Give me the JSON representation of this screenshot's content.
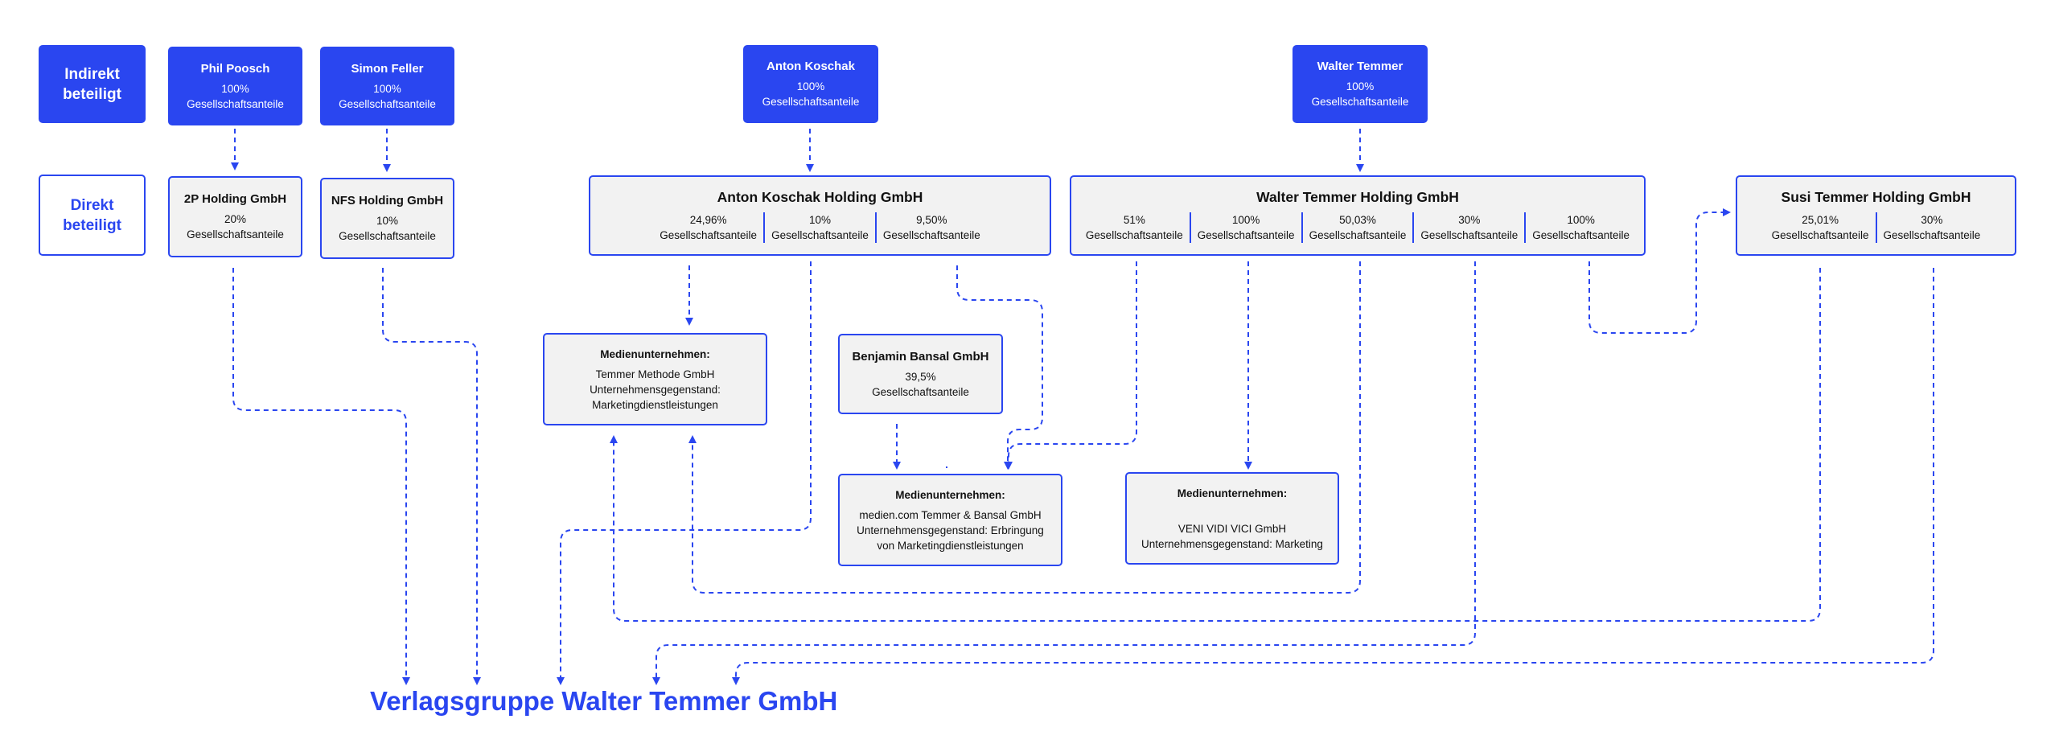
{
  "labels": {
    "indirect": [
      "Indirekt",
      "beteiligt"
    ],
    "direct": [
      "Direkt",
      "beteiligt"
    ]
  },
  "indirect_owners": [
    {
      "name": "Phil Poosch",
      "percent": "100%",
      "unit": "Gesellschaftsanteile"
    },
    {
      "name": "Simon Feller",
      "percent": "100%",
      "unit": "Gesellschaftsanteile"
    },
    {
      "name": "Anton Koschak",
      "percent": "100%",
      "unit": "Gesellschaftsanteile"
    },
    {
      "name": "Walter Temmer",
      "percent": "100%",
      "unit": "Gesellschaftsanteile"
    }
  ],
  "holdings": {
    "twop": {
      "name": "2P Holding GmbH",
      "percent": "20%",
      "unit": "Gesellschaftsanteile"
    },
    "nfs": {
      "name": "NFS Holding GmbH",
      "percent": "10%",
      "unit": "Gesellschaftsanteile"
    },
    "koschak": {
      "name": "Anton Koschak Holding GmbH",
      "shares": [
        {
          "percent": "24,96%",
          "unit": "Gesellschaftsanteile"
        },
        {
          "percent": "10%",
          "unit": "Gesellschaftsanteile"
        },
        {
          "percent": "9,50%",
          "unit": "Gesellschaftsanteile"
        }
      ]
    },
    "temmer": {
      "name": "Walter Temmer Holding GmbH",
      "shares": [
        {
          "percent": "51%",
          "unit": "Gesellschaftsanteile"
        },
        {
          "percent": "100%",
          "unit": "Gesellschaftsanteile"
        },
        {
          "percent": "50,03%",
          "unit": "Gesellschaftsanteile"
        },
        {
          "percent": "30%",
          "unit": "Gesellschaftsanteile"
        },
        {
          "percent": "100%",
          "unit": "Gesellschaftsanteile"
        }
      ]
    },
    "susi": {
      "name": "Susi Temmer Holding GmbH",
      "shares": [
        {
          "percent": "25,01%",
          "unit": "Gesellschaftsanteile"
        },
        {
          "percent": "30%",
          "unit": "Gesellschaftsanteile"
        }
      ]
    }
  },
  "bansal": {
    "name": "Benjamin Bansal GmbH",
    "percent": "39,5%",
    "unit": "Gesellschaftsanteile"
  },
  "media": [
    {
      "title": "Medienunternehmen:",
      "lines": [
        "Temmer Methode GmbH",
        "Unternehmensgegenstand:",
        "Marketingdienstleistungen"
      ]
    },
    {
      "title": "Medienunternehmen:",
      "lines": [
        "medien.com Temmer & Bansal GmbH",
        "Unternehmensgegenstand: Erbringung",
        "von Marketingdienstleistungen"
      ]
    },
    {
      "title": "Medienunternehmen:",
      "lines": [
        "",
        "VENI VIDI VICI GmbH",
        "Unternehmensgegenstand: Marketing"
      ]
    }
  ],
  "footer": {
    "title": "Verlagsgruppe Walter Temmer GmbH"
  },
  "colors": {
    "accent": "#2a46f0",
    "box_fill": "#f2f2f2"
  }
}
